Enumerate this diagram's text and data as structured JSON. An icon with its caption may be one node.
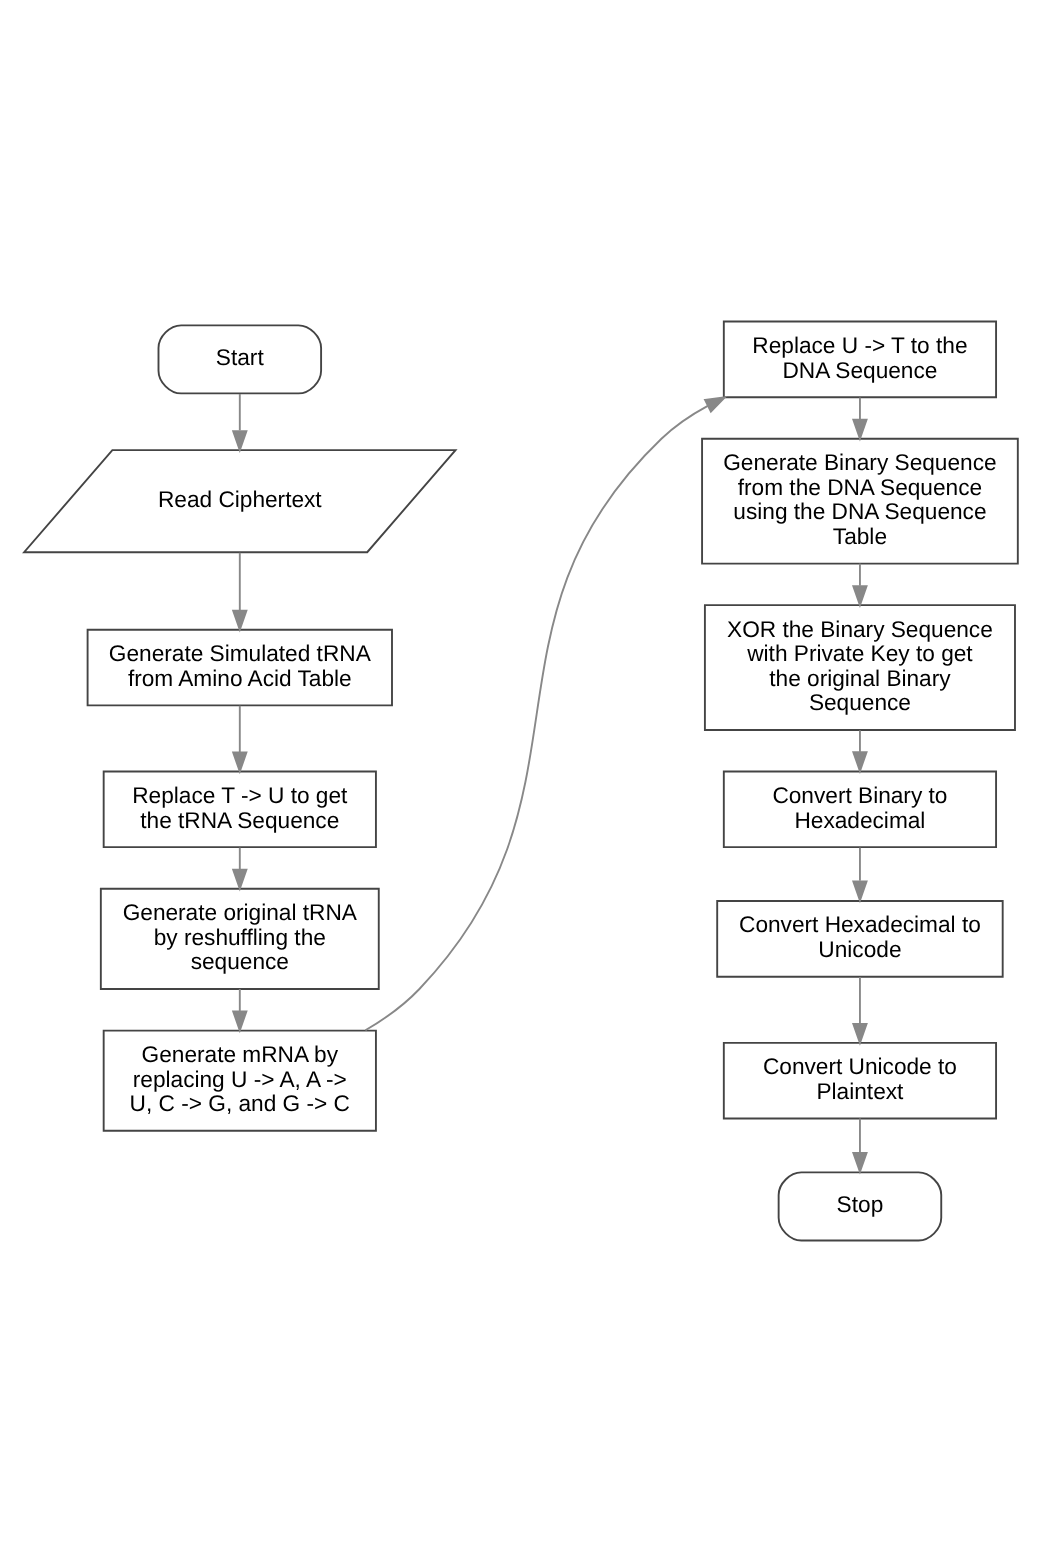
{
  "diagram": {
    "nodes": [
      {
        "text": [
          "Start"
        ]
      },
      {
        "text": [
          "Read Ciphertext"
        ]
      },
      {
        "text": [
          "Generate Simulated tRNA from Amino Acid Table"
        ]
      },
      {
        "text": [
          "Replace T -> U to get the tRNA Sequence"
        ]
      },
      {
        "text": [
          "Generate original tRNA by reshuffling the sequence"
        ]
      },
      {
        "text": [
          "Generate mRNA by replacing U -> A, A -> U, C -> G, and G -> C"
        ]
      },
      {
        "text": [
          "Replace U -> T to the DNA Sequence"
        ]
      },
      {
        "text": [
          "Generate Binary Sequence from the DNA Sequence using the DNA Sequence Table"
        ]
      },
      {
        "text": [
          "XOR the Binary Sequence with Private Key to get the original Binary Sequence"
        ]
      },
      {
        "text": [
          "Convert Binary to Hexadecimal"
        ]
      },
      {
        "text": [
          "Convert Hexadecimal to Unicode"
        ]
      },
      {
        "text": [
          "Convert Unicode to Plaintext"
        ]
      },
      {
        "text": [
          "Stop"
        ]
      }
    ],
    "edges": [
      {
        "from": 0,
        "to": 1,
        "arrow": "to"
      },
      {
        "from": 1,
        "to": 2,
        "arrow": "to"
      },
      {
        "from": 2,
        "to": 3,
        "arrow": "to"
      },
      {
        "from": 3,
        "to": 4,
        "arrow": "to"
      },
      {
        "from": 4,
        "to": 5,
        "arrow": "to"
      },
      {
        "from": 5,
        "to": 6,
        "arrow": "to"
      },
      {
        "from": 6,
        "to": 7,
        "arrow": "to"
      },
      {
        "from": 7,
        "to": 8,
        "arrow": "to"
      },
      {
        "from": 8,
        "to": 9,
        "arrow": "to"
      },
      {
        "from": 9,
        "to": 10,
        "arrow": "to"
      },
      {
        "from": 10,
        "to": 11,
        "arrow": "to"
      },
      {
        "from": 11,
        "to": 12,
        "arrow": "to"
      }
    ]
  }
}
